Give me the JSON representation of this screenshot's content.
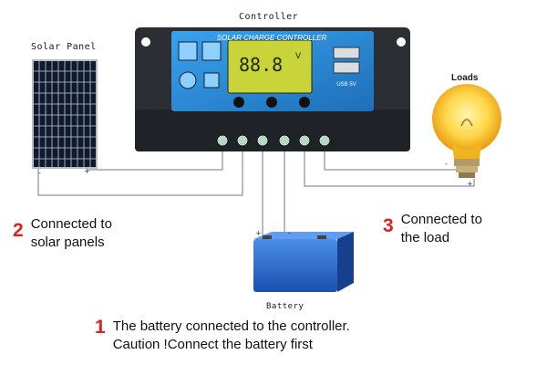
{
  "labels": {
    "controller": "Controller",
    "solar_panel": "Solar Panel",
    "loads": "Loads",
    "battery": "Battery"
  },
  "device": {
    "banner": "SOLAR CHARGE CONTROLLER",
    "display_value": "88.8",
    "display_unit": "V",
    "brand_badge": "USB 5V"
  },
  "steps": [
    {
      "number": "1",
      "lines": [
        "The battery connected to the controller.",
        "Caution !Connect the battery first"
      ]
    },
    {
      "number": "2",
      "lines": [
        "Connected to",
        "solar panels"
      ]
    },
    {
      "number": "3",
      "lines": [
        "Connected to",
        "the load"
      ]
    }
  ],
  "polarity": {
    "minus": "-",
    "plus": "+"
  },
  "colors": {
    "controller_body": "#2b2f33",
    "panel_blue": "#2a8fd6",
    "lcd": "#c9d43a",
    "bulb_glow": "#ffd84a",
    "battery_blue": "#1f5fc8",
    "step_number": "#e02020",
    "wire": "#777777"
  },
  "icons": [
    "solar-panel-icon",
    "settings-gear-icon",
    "clock-icon",
    "lock-icon",
    "usb-port-icon",
    "light-bulb-icon",
    "battery-icon"
  ]
}
